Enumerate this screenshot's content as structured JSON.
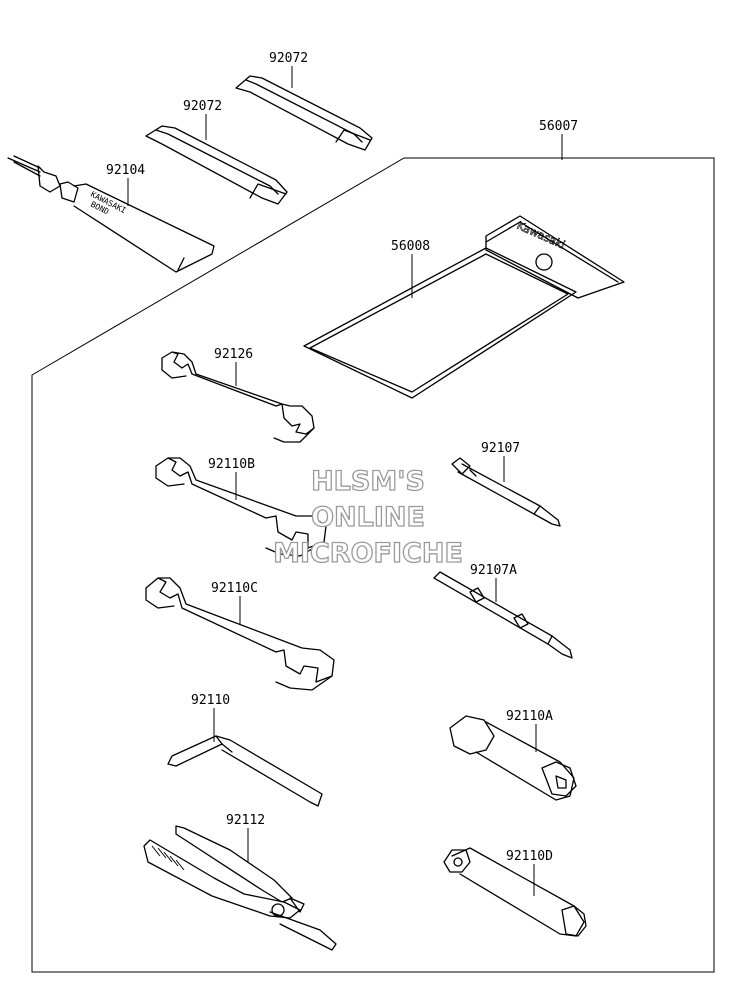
{
  "parts": {
    "p92072a": "92072",
    "p92072b": "92072",
    "p56007": "56007",
    "p92104": "92104",
    "p56008": "56008",
    "p92126": "92126",
    "p92107": "92107",
    "p92110B": "92110B",
    "p92107A": "92107A",
    "p92110C": "92110C",
    "p92110": "92110",
    "p92110A": "92110A",
    "p92112": "92112",
    "p92110D": "92110D"
  },
  "markings": {
    "tube_line1": "KAWASAKI",
    "tube_line2": "BOND",
    "pouch_logo": "Kawasaki"
  },
  "watermark": {
    "line1": "HLSM'S",
    "line2": "ONLINE",
    "line3": "MICROFICHE"
  }
}
